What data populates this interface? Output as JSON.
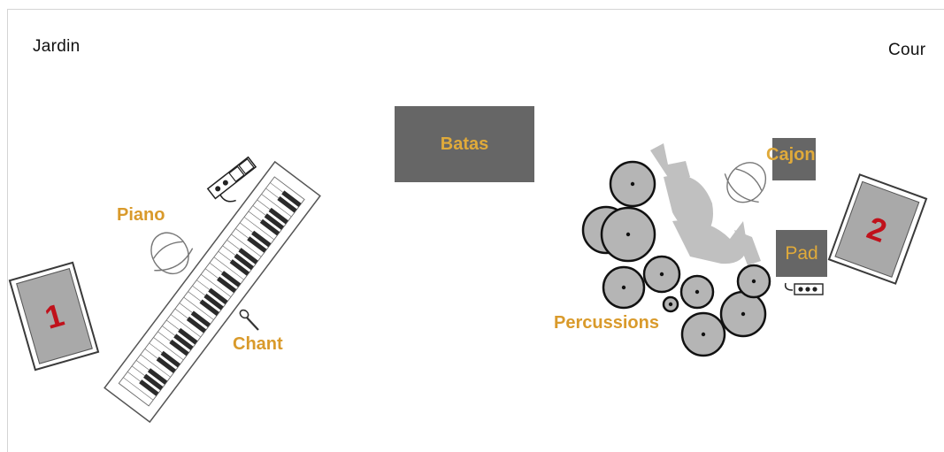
{
  "stage_sides": {
    "left": "Jardin",
    "right": "Cour"
  },
  "colors": {
    "label": "#D99A2B",
    "box_gray": "#666666",
    "box_text": "#E0AA3A",
    "monitor_number": "#C0111B",
    "monitor_fill": "#A9A9A9"
  },
  "monitors": [
    {
      "number": "1"
    },
    {
      "number": "2"
    }
  ],
  "instruments": {
    "piano": "Piano",
    "chant": "Chant",
    "batas": "Batas",
    "cajon": "Cajon",
    "pad": "Pad",
    "percussions": "Percussions"
  },
  "icons": [
    "keyboard-icon",
    "musician-head-icon",
    "microphone-icon",
    "power-strip-icon",
    "drum-kit-icon"
  ]
}
